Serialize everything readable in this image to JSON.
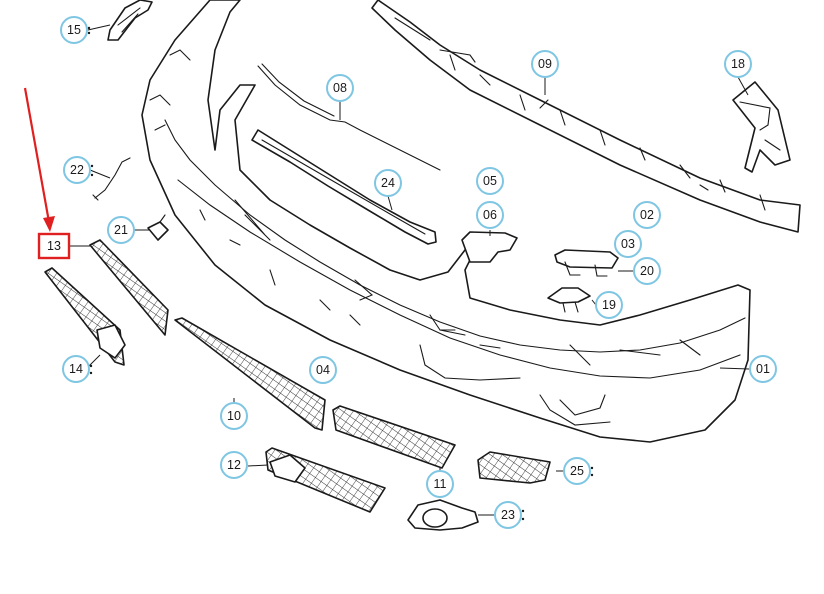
{
  "callouts": [
    {
      "id": "01",
      "label": "01"
    },
    {
      "id": "02",
      "label": "02"
    },
    {
      "id": "03",
      "label": "03"
    },
    {
      "id": "04",
      "label": "04"
    },
    {
      "id": "05",
      "label": "05"
    },
    {
      "id": "06",
      "label": "06"
    },
    {
      "id": "08",
      "label": "08"
    },
    {
      "id": "09",
      "label": "09"
    },
    {
      "id": "10",
      "label": "10"
    },
    {
      "id": "11",
      "label": "11"
    },
    {
      "id": "12",
      "label": "12"
    },
    {
      "id": "13",
      "label": "13"
    },
    {
      "id": "14",
      "label": "14"
    },
    {
      "id": "15",
      "label": "15"
    },
    {
      "id": "18",
      "label": "18"
    },
    {
      "id": "19",
      "label": "19"
    },
    {
      "id": "20",
      "label": "20"
    },
    {
      "id": "21",
      "label": "21"
    },
    {
      "id": "22",
      "label": "22"
    },
    {
      "id": "23",
      "label": "23"
    },
    {
      "id": "24",
      "label": "24"
    },
    {
      "id": "25",
      "label": "25"
    }
  ],
  "highlight": {
    "callout": "13",
    "color": "#e02020",
    "arrow_color": "#e02020"
  },
  "colors": {
    "line": "#1a1a1a",
    "callout_ring": "#7fc6e3",
    "background": "#ffffff"
  }
}
